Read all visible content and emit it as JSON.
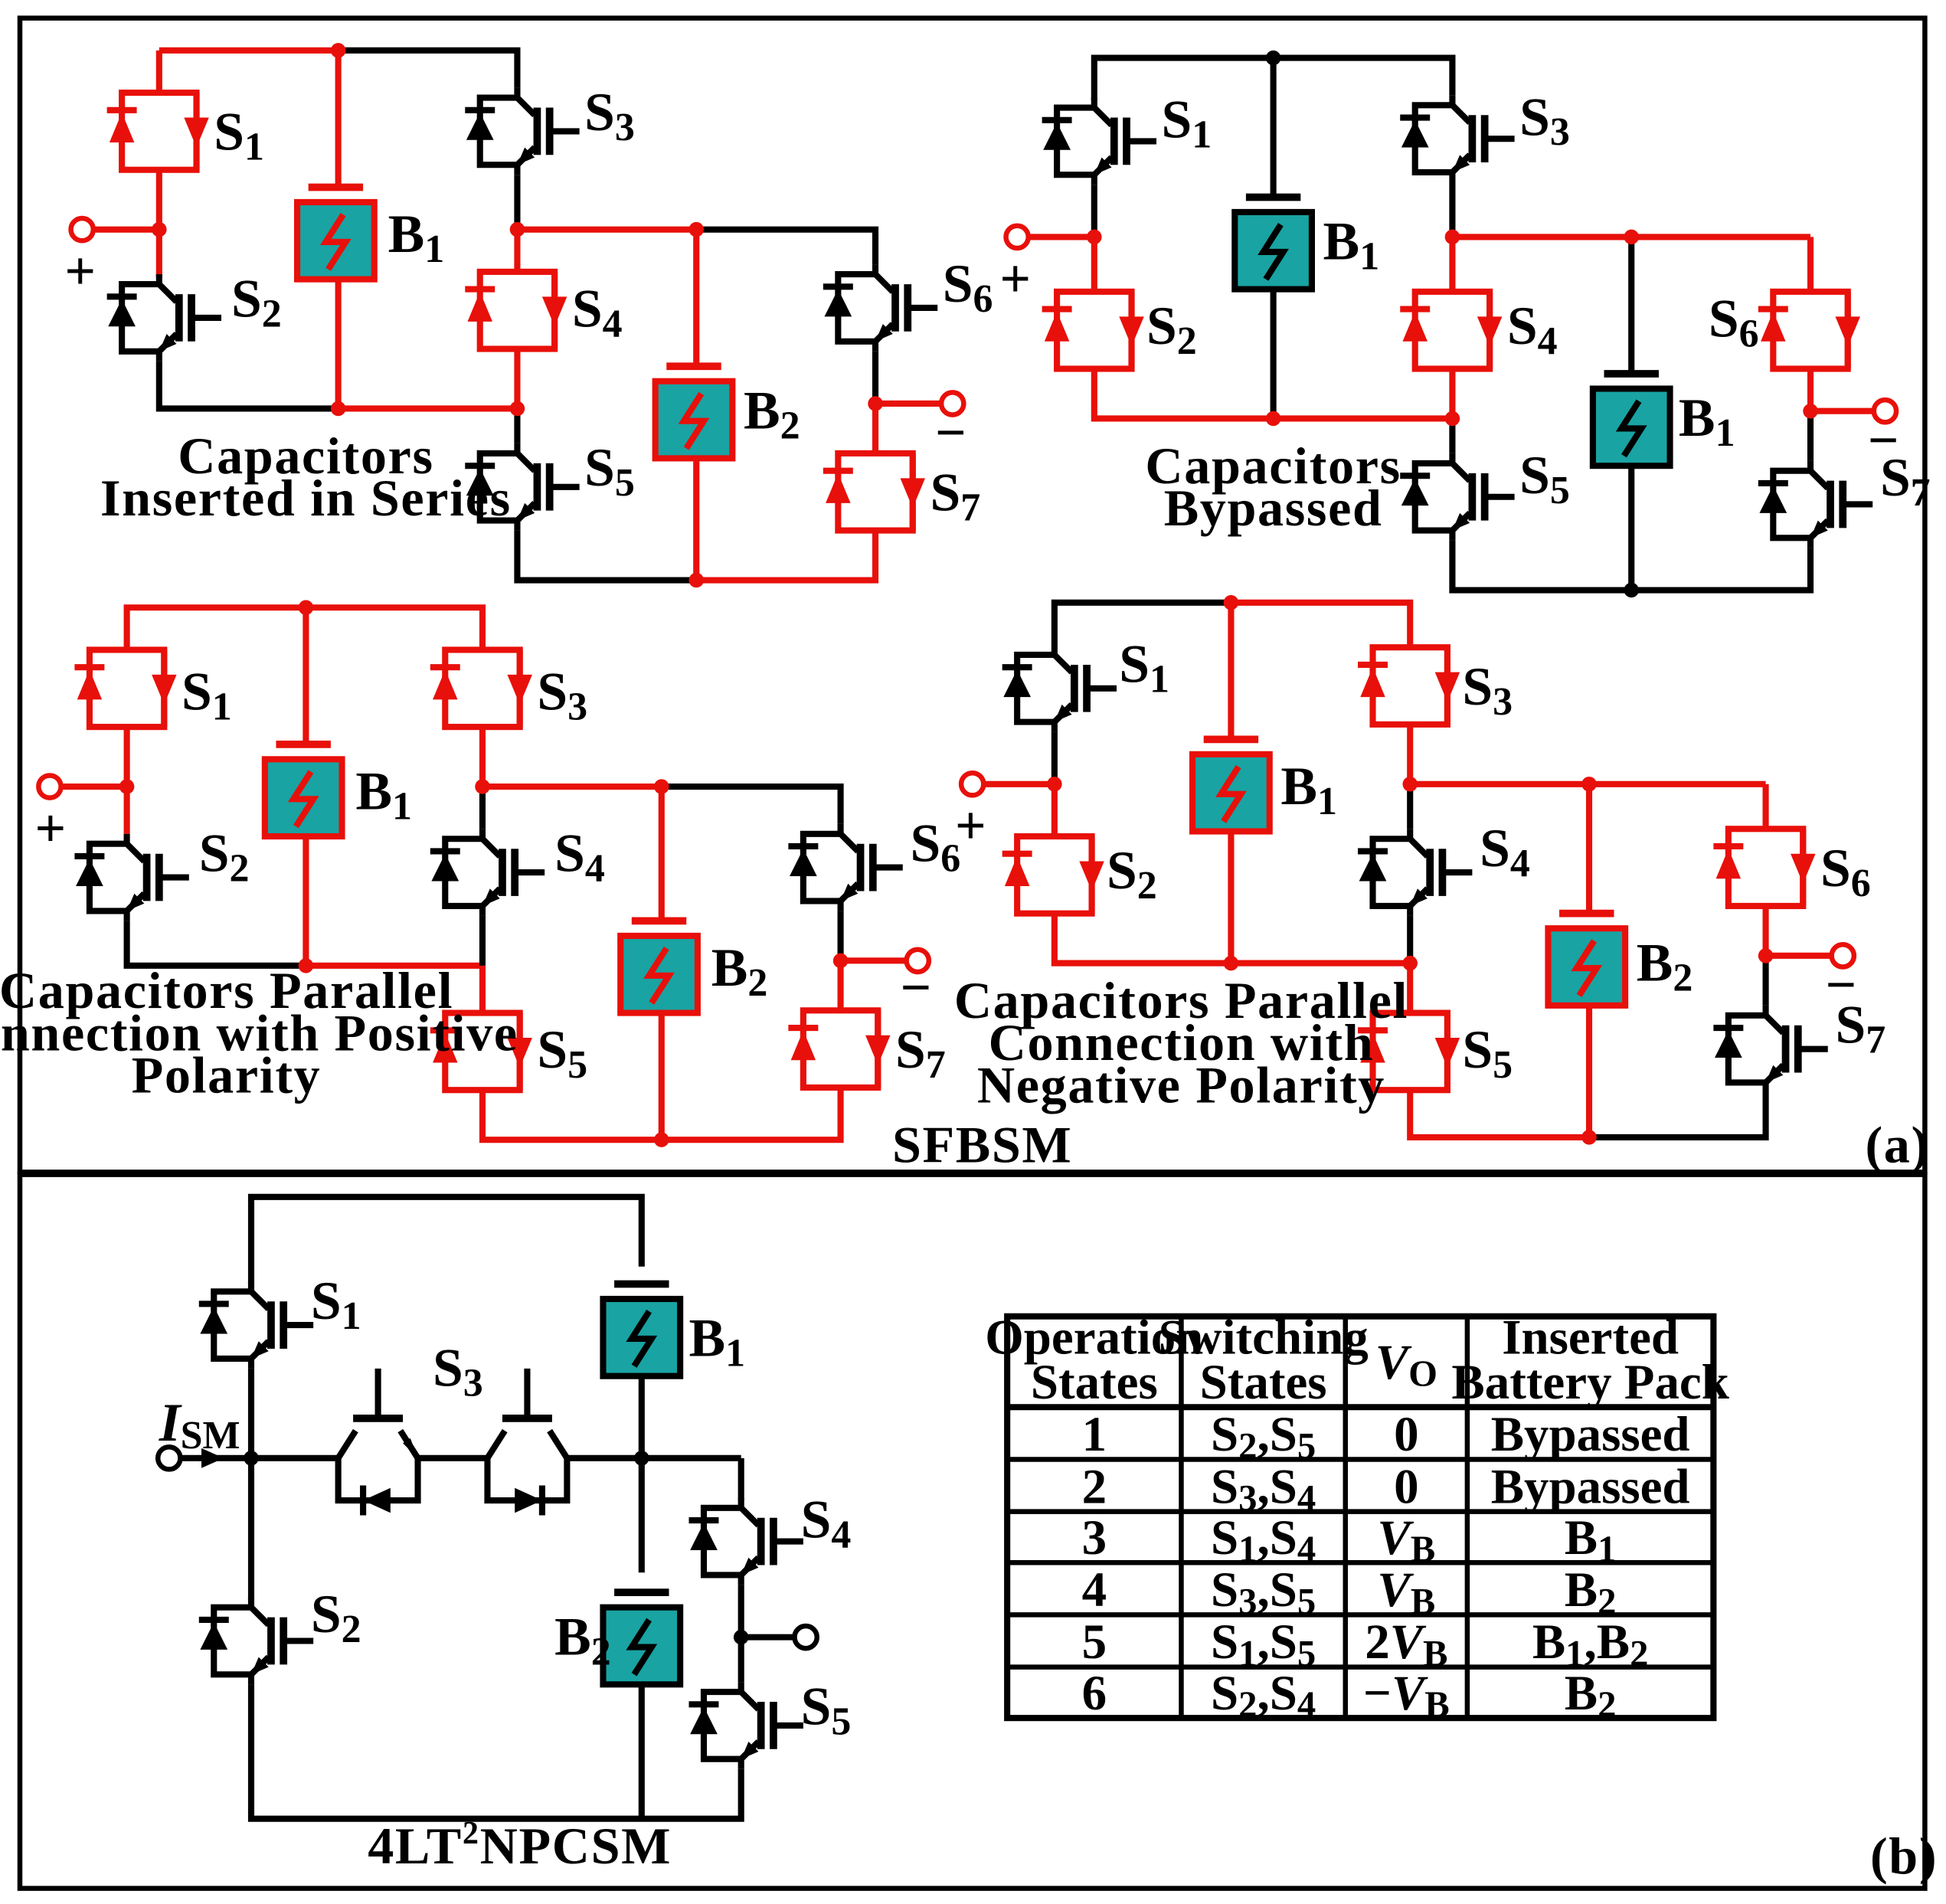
{
  "labels": {
    "s": "S",
    "b": "B",
    "i": "I",
    "sm": "SM",
    "n1": "1",
    "n2": "2",
    "n3": "3",
    "n4": "4",
    "n5": "5",
    "n6": "6",
    "n7": "7"
  },
  "symbols": {
    "plus": "+",
    "minus": "−"
  },
  "captions": {
    "series": [
      "Capacitors",
      "Inserted in Series"
    ],
    "bypassed": [
      "Capacitors",
      "Bypassed"
    ],
    "positive": [
      "Capacitors Parallel",
      "Connection with Positive",
      "Polarity"
    ],
    "negative": [
      "Capacitors Parallel",
      "Connection with",
      "Negative Polarity"
    ]
  },
  "titles": {
    "panel_a": "SFBSM",
    "tag_a": "(a)",
    "panel_b_pre": "4LT",
    "panel_b_sup": "2",
    "panel_b_post": "NPCSM",
    "tag_b": "(b)"
  },
  "colors": {
    "conducting": "#e8100a",
    "idle": "#000000",
    "battery_fill": "#19a3a3"
  },
  "table": {
    "headers": [
      [
        "Operation",
        "States"
      ],
      [
        "Switching",
        "States"
      ],
      [
        "V",
        "O"
      ],
      [
        "Inserted",
        "Battery Pack"
      ]
    ],
    "rows": [
      {
        "state": "1",
        "sw": [
          "2",
          "5"
        ],
        "sep": ",",
        "vo": "0",
        "pack": "Bypassed"
      },
      {
        "state": "2",
        "sw": [
          "3",
          "4"
        ],
        "sep": ",",
        "vo": "0",
        "pack": "Bypassed"
      },
      {
        "state": "3",
        "sw": [
          "1",
          "4"
        ],
        "sep": ",",
        "vo": "V",
        "vo_sub": "B",
        "pack_sub": "1"
      },
      {
        "state": "4",
        "sw": [
          "3",
          "5"
        ],
        "sep": ",",
        "vo": "V",
        "vo_sub": "B",
        "pack_sub": "2"
      },
      {
        "state": "5",
        "sw": [
          "1",
          "5"
        ],
        "sep": ",",
        "vo_pre": "2",
        "vo": "V",
        "vo_sub": "B",
        "pack_sub": [
          "1",
          "2"
        ]
      },
      {
        "state": "6",
        "sw": [
          "2",
          "4"
        ],
        "sep": ",",
        "vo_pre": "−",
        "vo": "V",
        "vo_sub": "B",
        "pack_sub": "2"
      }
    ]
  }
}
